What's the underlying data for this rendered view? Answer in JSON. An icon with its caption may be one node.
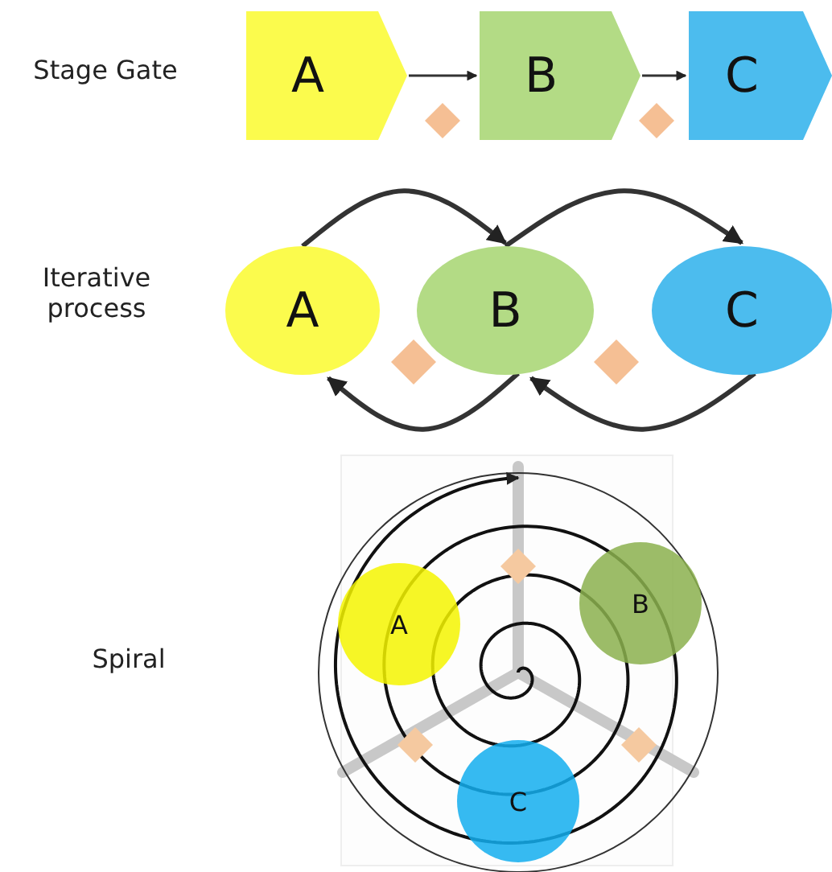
{
  "diagram": {
    "nodes": [
      {
        "text": [
          "A"
        ]
      },
      {
        "text": [
          "B"
        ]
      },
      {
        "text": [
          "C"
        ]
      },
      {
        "text": [],
        "shape": "diamond"
      },
      {
        "text": [],
        "shape": "diamond"
      },
      {
        "text": [
          "A"
        ]
      },
      {
        "text": [
          "B"
        ]
      },
      {
        "text": [
          "C"
        ]
      },
      {
        "text": [],
        "shape": "diamond"
      },
      {
        "text": [],
        "shape": "diamond"
      },
      {
        "text": [
          "A"
        ]
      },
      {
        "text": [
          "B"
        ]
      },
      {
        "text": [
          "C"
        ]
      },
      {
        "text": [],
        "shape": "diamond"
      },
      {
        "text": [],
        "shape": "diamond"
      },
      {
        "text": [],
        "shape": "diamond"
      }
    ],
    "edges": [
      {
        "from": 0,
        "to": 1,
        "arrow": "to"
      },
      {
        "from": 1,
        "to": 2,
        "arrow": "to"
      },
      {
        "from": 5,
        "to": 6,
        "arrow": "to"
      },
      {
        "from": 6,
        "to": 7,
        "arrow": "to"
      },
      {
        "from": 6,
        "to": 5,
        "arrow": "to"
      },
      {
        "from": 7,
        "to": 6,
        "arrow": "to"
      }
    ],
    "labels": [
      "Stage Gate",
      "Iterative process",
      "Spiral"
    ]
  }
}
